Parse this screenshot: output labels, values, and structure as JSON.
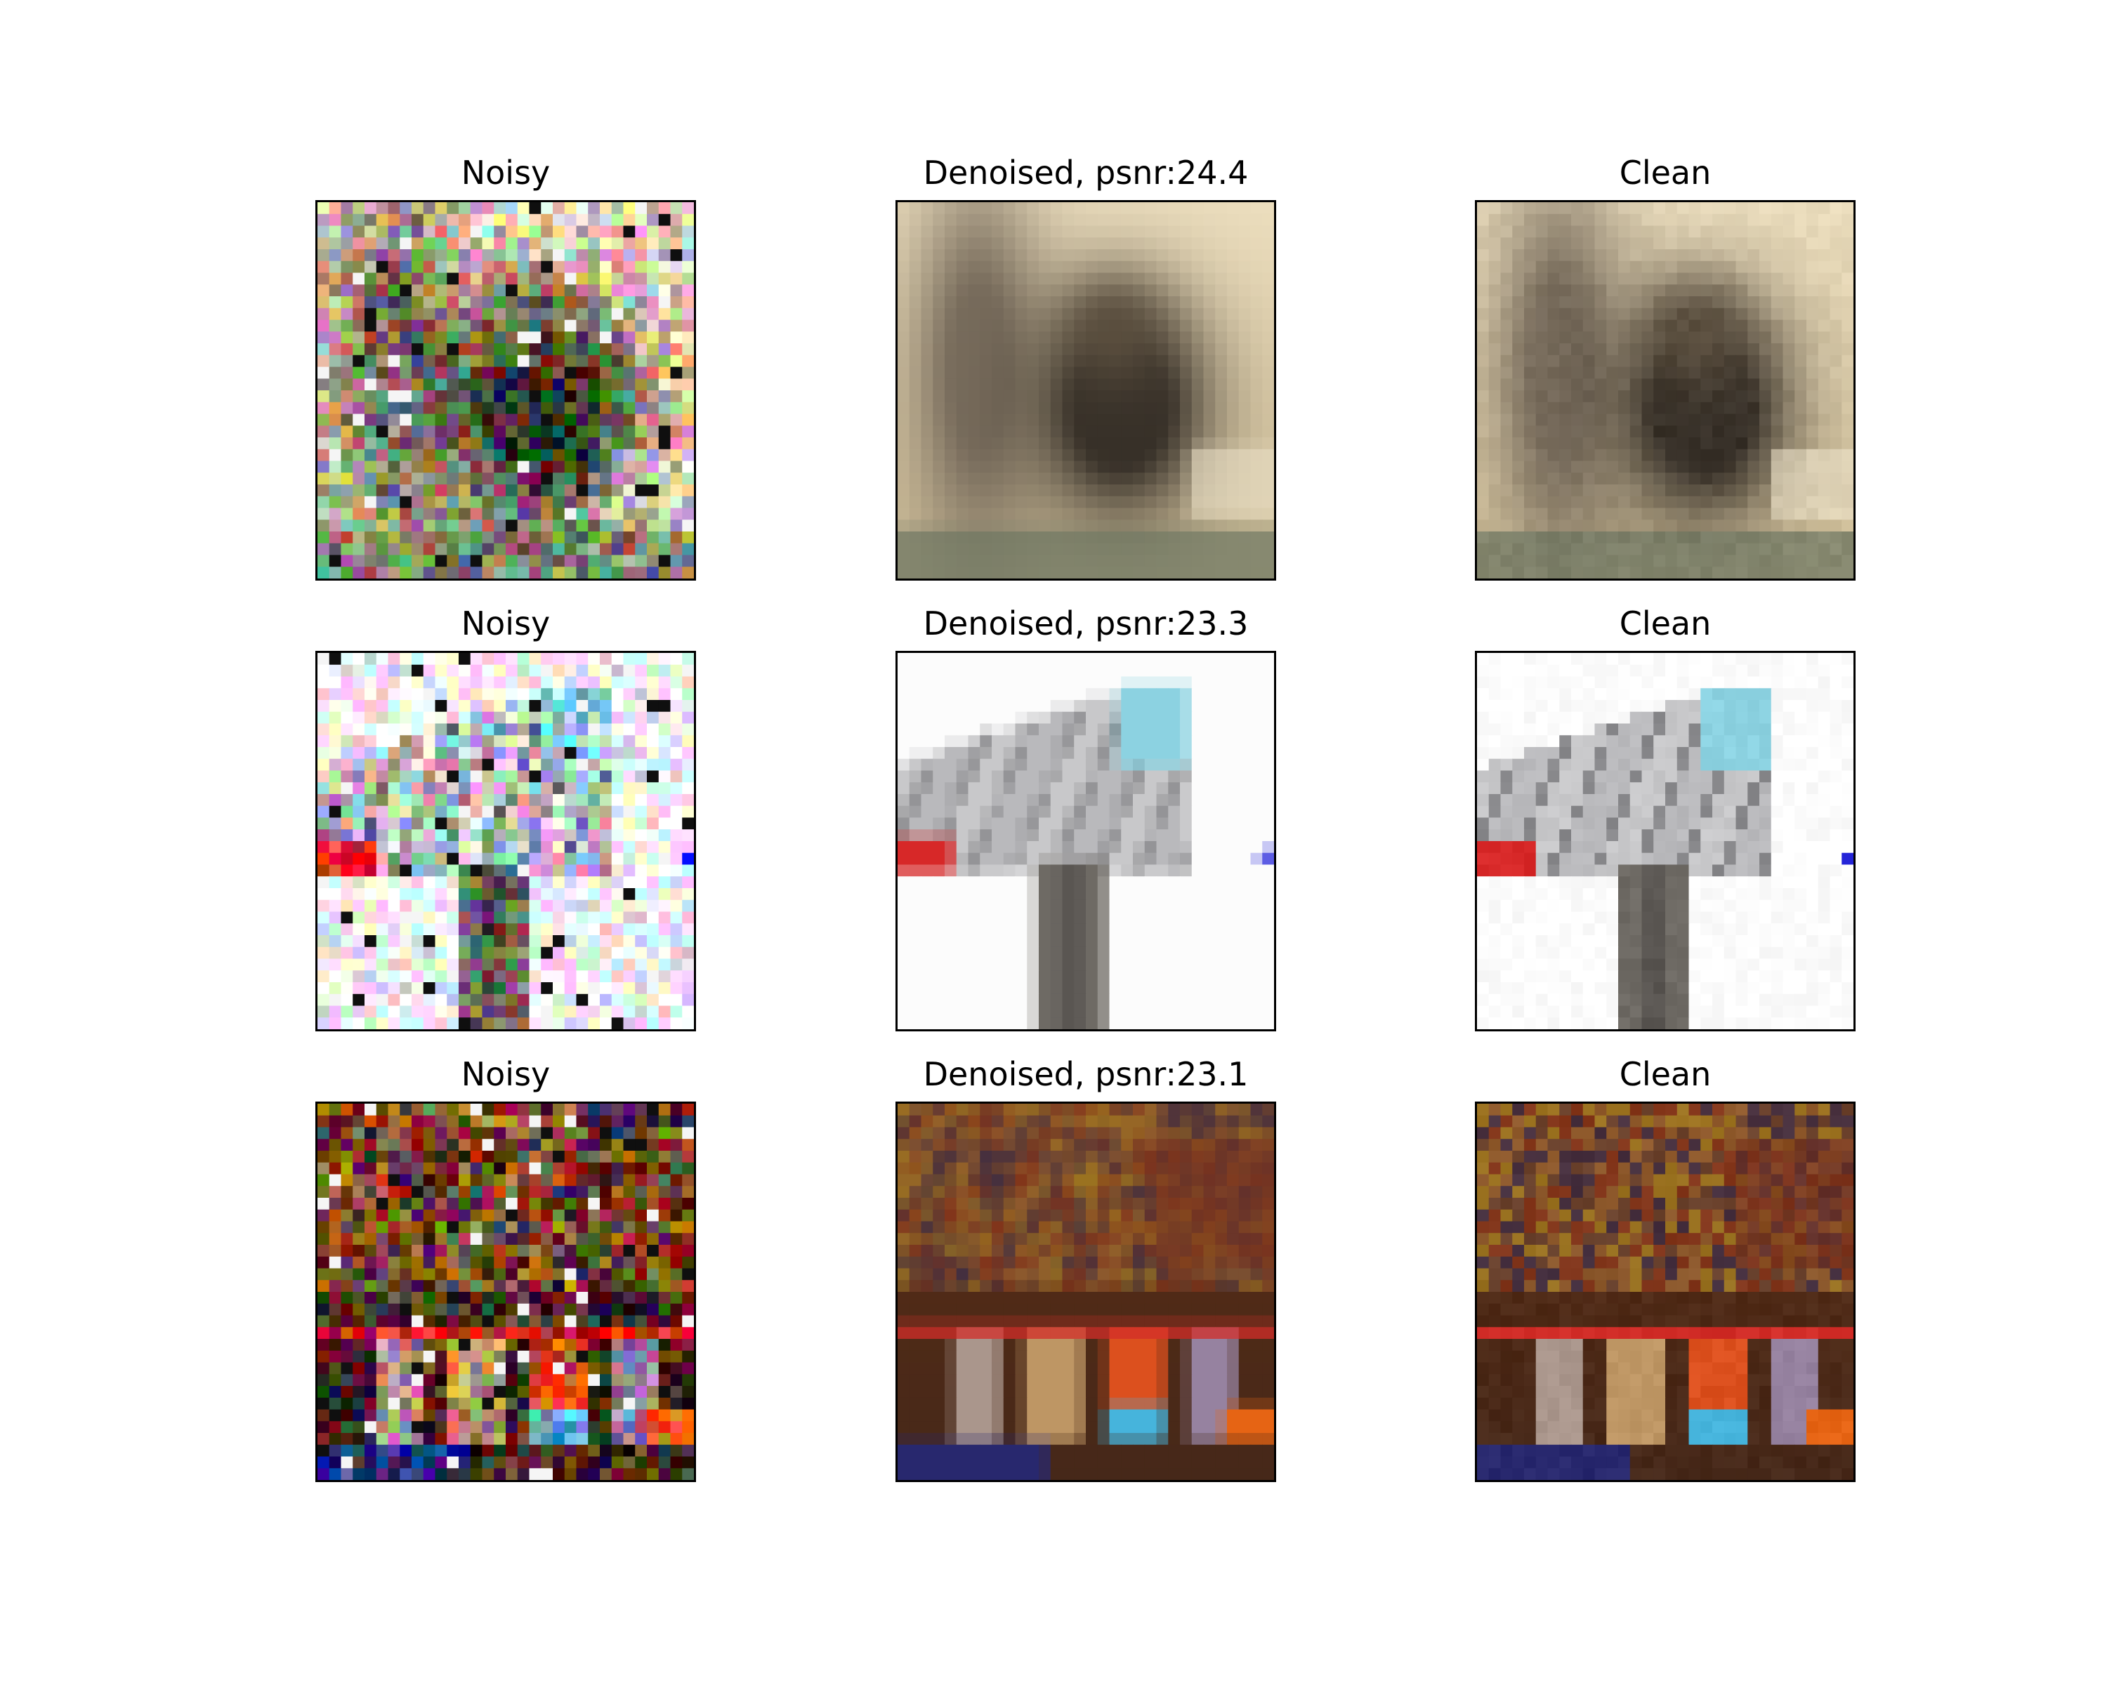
{
  "figure": {
    "rows": [
      {
        "subject": "bear",
        "panels": [
          {
            "title": "Noisy",
            "kind": "noisy",
            "image": "bear photo, noisy"
          },
          {
            "title": "Denoised, psnr:24.4",
            "kind": "denoised",
            "image": "bear photo, denoised"
          },
          {
            "title": "Clean",
            "kind": "clean",
            "image": "bear photo, clean"
          }
        ]
      },
      {
        "subject": "bird",
        "panels": [
          {
            "title": "Noisy",
            "kind": "noisy",
            "image": "grey bird on white background, noisy"
          },
          {
            "title": "Denoised, psnr:23.3",
            "kind": "denoised",
            "image": "grey bird on white background, denoised"
          },
          {
            "title": "Clean",
            "kind": "clean",
            "image": "grey bird on white background, clean"
          }
        ]
      },
      {
        "subject": "bottles",
        "panels": [
          {
            "title": "Noisy",
            "kind": "noisy",
            "image": "colorful bottles on shelf, noisy"
          },
          {
            "title": "Denoised, psnr:23.1",
            "kind": "denoised",
            "image": "colorful bottles on shelf, denoised"
          },
          {
            "title": "Clean",
            "kind": "clean",
            "image": "colorful bottles on shelf, clean"
          }
        ]
      }
    ]
  }
}
